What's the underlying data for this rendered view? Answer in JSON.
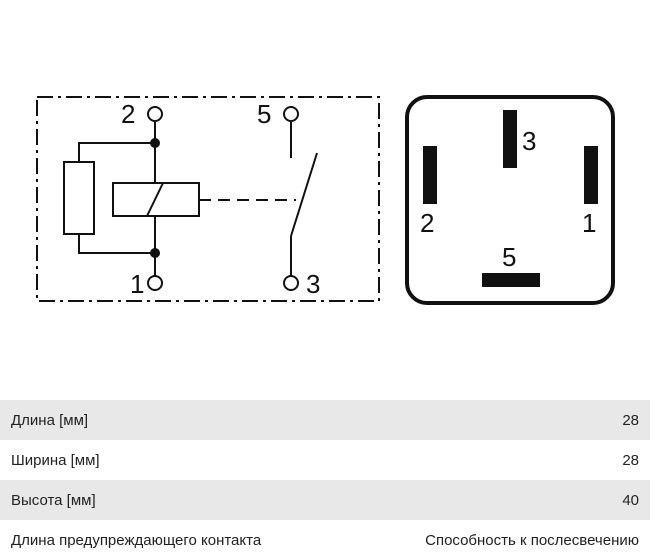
{
  "diagram": {
    "schematic_pins": [
      "2",
      "5",
      "1",
      "3"
    ],
    "footprint_pins": [
      "3",
      "2",
      "1",
      "5"
    ]
  },
  "specs": [
    {
      "label": "Длина [мм]",
      "value": "28"
    },
    {
      "label": "Ширина [мм]",
      "value": "28"
    },
    {
      "label": "Высота [мм]",
      "value": "40"
    },
    {
      "label": "Длина предупреждающего контакта",
      "value": "Способность к послесвечению"
    }
  ]
}
